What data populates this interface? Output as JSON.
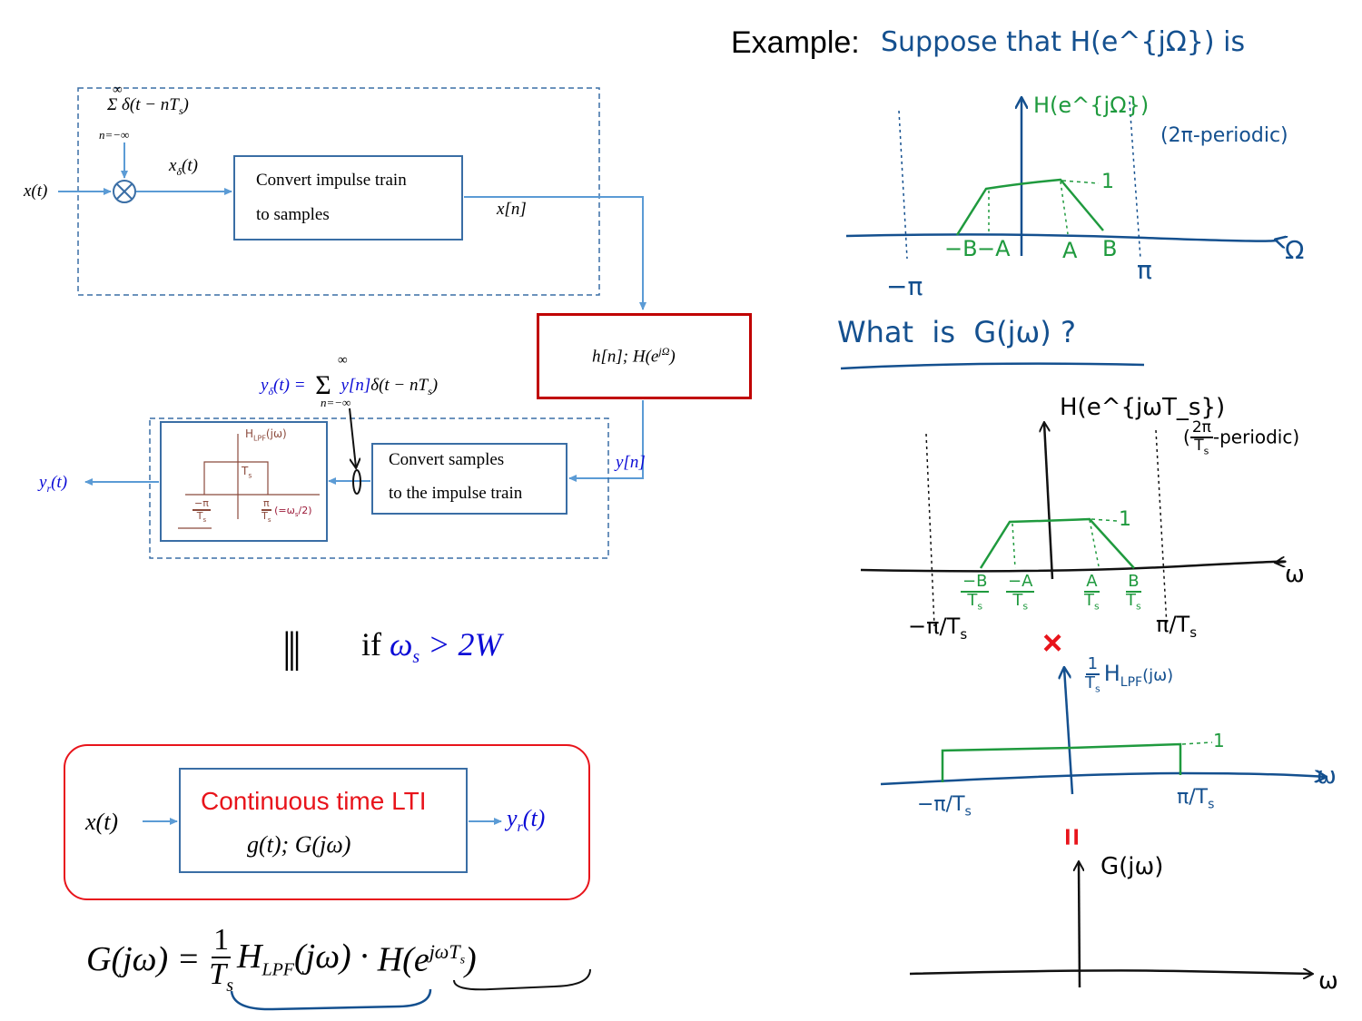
{
  "title": {
    "label": "Example:",
    "text": "Suppose that H(e^{jΩ}) is"
  },
  "sampler": {
    "impulse_sum": "Σ δ(t − nT",
    "impulse_sum_sub": "s",
    "sum_top": "∞",
    "sum_bottom": "n=−∞",
    "input_label": "x(t)",
    "xdelta_label": "x",
    "xdelta_sub": "δ",
    "xdelta_arg": "(t)",
    "convert_box": [
      "Convert impulse train",
      "to samples"
    ],
    "output_label": "x[n]"
  },
  "filter_box": {
    "text": "h[n];   H(e",
    "sup": "jΩ",
    "close": ")"
  },
  "reconstruct": {
    "ydelta_lhs": "y",
    "ydelta_sub": "δ",
    "ydelta_arg": "(t) =",
    "ydelta_rhs": "y[n]",
    "ydelta_rest": "δ(t − nT",
    "sum_top": "∞",
    "sum_bottom": "n=−∞",
    "convert_box": [
      "Convert samples",
      "to the impulse train"
    ],
    "yn_label": "y[n]",
    "output_label": "y",
    "output_sub": "r",
    "output_arg": "(t)",
    "lpf_sketch": {
      "title": "H",
      "title_sub": "LPF",
      "title_arg": "(jω)",
      "height_label": "T",
      "height_sub": "s",
      "x_left": "−π",
      "x_right": "π",
      "x_den": "T",
      "x_den_sub": "s",
      "x_note": "(=ω",
      "x_note_sub": "s",
      "x_note_end": "/2)"
    }
  },
  "equivalence": {
    "symbol": "|||",
    "if_text": "if",
    "condition": "ω",
    "condition_sub": "s",
    "condition_rest": " > 2W"
  },
  "lti_box": {
    "input": "x(t)",
    "title": "Continuous time LTI",
    "subtitle": "g(t);   G(jω)",
    "output": "y",
    "output_sub": "r",
    "output_arg": "(t)"
  },
  "formula": {
    "lhs": "G(jω) =",
    "frac_num": "1",
    "frac_den": "T",
    "frac_den_sub": "s",
    "mid": "H",
    "mid_sub": "LPF",
    "mid_arg": "(jω) ·",
    "rhs": "H(e",
    "rhs_sup": "jωT",
    "rhs_sup_sub": "s",
    "rhs_close": ")"
  },
  "plot1": {
    "ylabel": "H(e^{jΩ})",
    "note": "(2π-periodic)",
    "xlabel": "Ω",
    "ticks": [
      "−B",
      "−A",
      "A",
      "B"
    ],
    "minus_pi": "−π",
    "pi": "π",
    "level": "1"
  },
  "question": "What  is  G(jω) ?",
  "plot2": {
    "ylabel": "H(e^{jωT_s})",
    "note_pre": "(",
    "note_num": "2π",
    "note_den": "T",
    "note_den_sub": "s",
    "note_post": "-periodic)",
    "xlabel": "ω",
    "ticks_num": [
      "−B",
      "−A",
      "A",
      "B"
    ],
    "tick_den": "T",
    "tick_den_sub": "s",
    "minus_pi": "−π/T",
    "pi": "π/T",
    "pi_sub": "s",
    "level": "1"
  },
  "times_symbol": "×",
  "plot3": {
    "ylabel_num": "1",
    "ylabel_den": "T",
    "ylabel_den_sub": "s",
    "ylabel": "H",
    "ylabel_sub": "LPF",
    "ylabel_arg": "(jω)",
    "xlabel": "ω",
    "minus_pi": "−π/T",
    "pi": "π/T",
    "pi_sub": "s",
    "level": "1"
  },
  "equals_symbol": "=",
  "plot4": {
    "ylabel": "G(jω)",
    "xlabel": "ω"
  },
  "colors": {
    "diagram_blue": "#5b9bd5",
    "box_blue": "#3a6ea5",
    "highlight_red": "#c00000",
    "ink_blue": "#1f5aa6",
    "ink_green": "#1f9a3e",
    "ink_red": "#e8141b"
  }
}
